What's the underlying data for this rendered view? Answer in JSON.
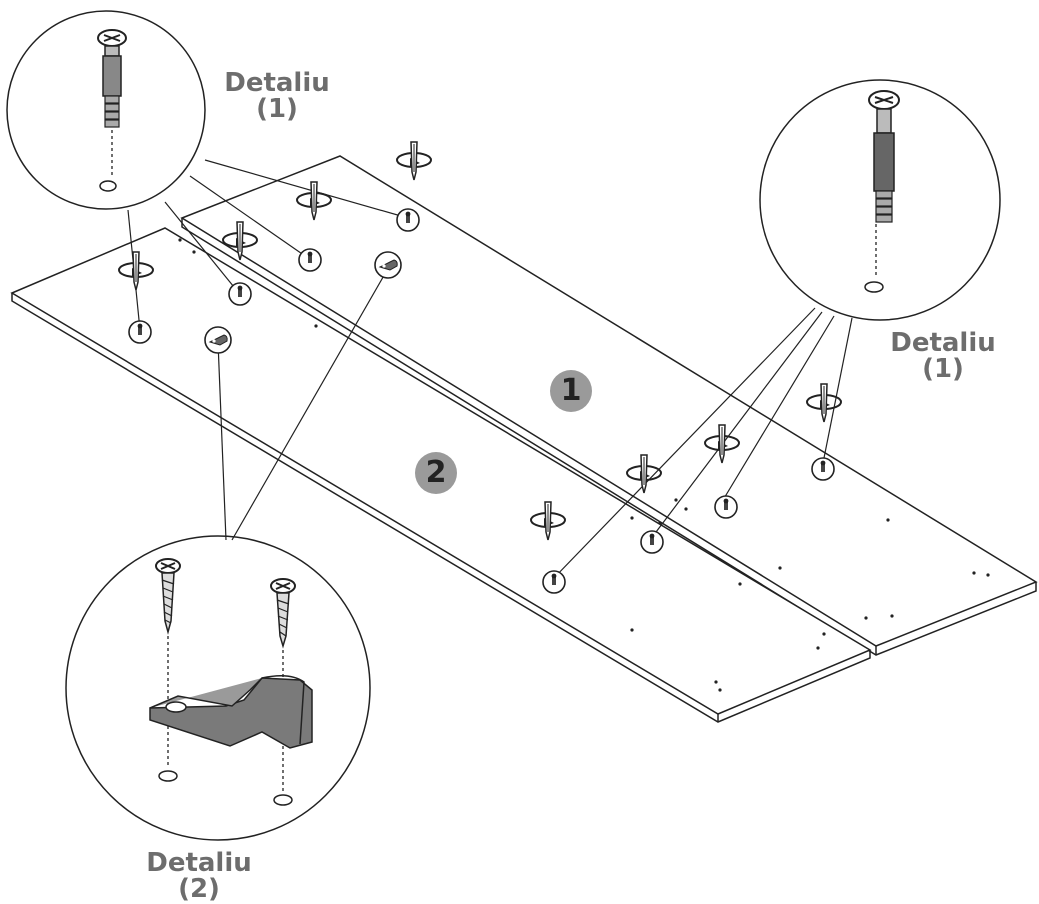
{
  "header_fragment": "..., ... ... ... ... ... ... (... ...)",
  "labels": {
    "detail_top_left": {
      "word": "Detaliu",
      "num": "(1)"
    },
    "detail_right": {
      "word": "Detaliu",
      "num": "(1)"
    },
    "detail_bottom_left": {
      "word": "Detaliu",
      "num": "(2)"
    }
  },
  "badges": {
    "panel_1": "1",
    "panel_2": "2"
  },
  "icons": [
    "cam-lock-bolt-icon",
    "screw-icon",
    "shelf-support-bracket-icon",
    "screwdriver-rotation-icon"
  ],
  "colors": {
    "label_gray": "#6d6d6d",
    "badge_fill": "#9a9a9a",
    "line": "#222222"
  }
}
